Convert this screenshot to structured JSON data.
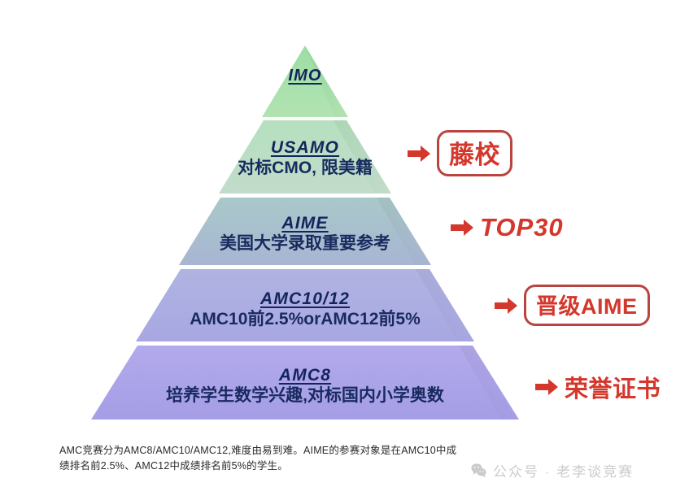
{
  "diagram": {
    "title": "AMC math competition pyramid",
    "background_color": "#ffffff",
    "tiers": [
      {
        "name": "IMO",
        "title": "IMO",
        "subtitle": "",
        "fill_top": "#9fdfa6",
        "fill_bottom": "#aee2ae"
      },
      {
        "name": "USAMO",
        "title": "USAMO",
        "subtitle": "对标CMO, 限美籍",
        "fill_top": "#b7e0c0",
        "fill_bottom": "#bfdcca"
      },
      {
        "name": "AIME",
        "title": "AIME",
        "subtitle": "美国大学录取重要参考",
        "fill_top": "#a9c8c8",
        "fill_bottom": "#a8b6d2"
      },
      {
        "name": "AMC10/12",
        "title": "AMC10/12",
        "subtitle": "AMC10前2.5%orAMC12前5%",
        "fill_top": "#aeb2e0",
        "fill_bottom": "#a9a8e2"
      },
      {
        "name": "AMC8",
        "title": "AMC8",
        "subtitle": "培养学生数学兴趣,对标国内小学奥数",
        "fill_top": "#b0a8ea",
        "fill_bottom": "#a79fe6"
      }
    ],
    "callouts": [
      {
        "name": "ivy",
        "icon": "right-arrow-icon",
        "label": "藤校",
        "boxed": true,
        "color": "#d4372c"
      },
      {
        "name": "top30",
        "icon": "right-arrow-icon",
        "label": "TOP30",
        "boxed": false,
        "color": "#d4372c"
      },
      {
        "name": "aime",
        "icon": "right-arrow-icon",
        "label": "晋级AIME",
        "boxed": true,
        "color": "#d4372c"
      },
      {
        "name": "cert",
        "icon": "right-arrow-icon",
        "label": "荣誉证书",
        "boxed": false,
        "color": "#d4372c"
      }
    ],
    "arrow_color": "#d4372c"
  },
  "caption": {
    "line1": "AMC竞赛分为AMC8/AMC10/AMC12,难度由易到难。AIME的参赛对象是在AMC10中成",
    "line2": "绩排名前2.5%、AMC12中成绩排名前5%的学生。"
  },
  "watermark": {
    "icon": "wechat-icon",
    "text": "公众号 · 老李谈竞赛"
  }
}
